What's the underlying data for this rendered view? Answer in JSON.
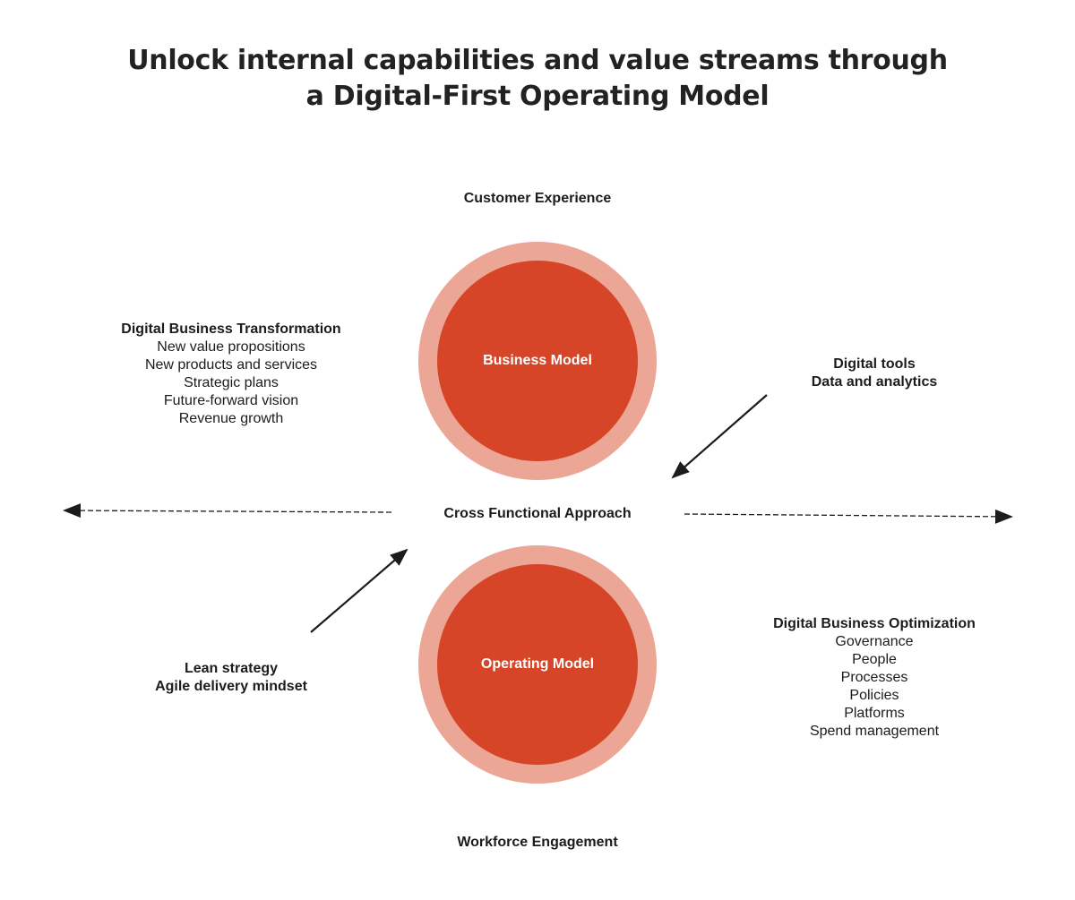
{
  "title": {
    "line1": "Unlock internal capabilities and value streams through",
    "line2": "a Digital-First Operating Model"
  },
  "top_label": "Customer Experience",
  "bottom_label": "Workforce Engagement",
  "center_label": "Cross Functional Approach",
  "business_model": {
    "label": "Business Model"
  },
  "operating_model": {
    "label": "Operating Model"
  },
  "transformation": {
    "heading": "Digital Business Transformation",
    "items": [
      "New value propositions",
      "New products and services",
      "Strategic plans",
      "Future-forward vision",
      "Revenue growth"
    ]
  },
  "optimization": {
    "heading": "Digital Business Optimization",
    "items": [
      "Governance",
      "People",
      "Processes",
      "Policies",
      "Platforms",
      "Spend management"
    ]
  },
  "digital_tools": {
    "line1": "Digital tools",
    "line2": "Data and analytics"
  },
  "lean": {
    "line1": "Lean strategy",
    "line2": "Agile delivery mindset"
  },
  "colors": {
    "circle_outer": "#eca696",
    "circle_inner": "#d64528",
    "text": "#1c1c1c",
    "arrow": "#1c1c1c"
  }
}
